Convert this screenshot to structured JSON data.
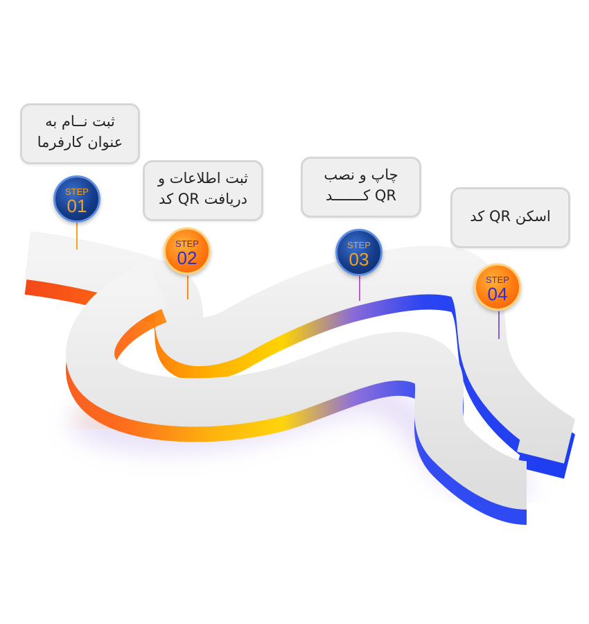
{
  "steps": [
    {
      "prefix": "STEP",
      "number": "01",
      "line1": "ثبت نــام به",
      "line2": "عنوان کارفرما",
      "style": "blue",
      "color": "#153d8a"
    },
    {
      "prefix": "STEP",
      "number": "02",
      "line1": "ثبت اطلاعات و",
      "line2": "دریافت QR کد",
      "style": "orange",
      "color": "#ff7a10"
    },
    {
      "prefix": "STEP",
      "number": "03",
      "line1": "چاپ و نصب",
      "line2": "QR کـــــــد",
      "style": "blue",
      "color": "#153d8a"
    },
    {
      "prefix": "STEP",
      "number": "04",
      "line1": "اسکن QR کد",
      "line2": "",
      "style": "orange",
      "color": "#ff7a10"
    }
  ],
  "road_colors": {
    "surface": "#e9e9e9",
    "red": "#f0401c",
    "orange": "#ff8a10",
    "yellow": "#ffd000",
    "blue": "#1c3cf0",
    "glow": "#8a5cf0"
  }
}
